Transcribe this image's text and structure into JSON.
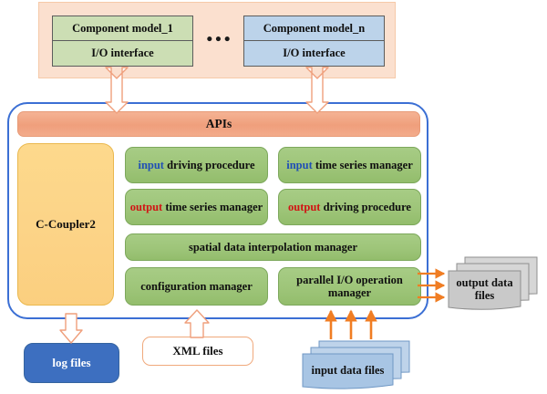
{
  "models": {
    "model_1": {
      "title": "Component model_1",
      "interface": "I/O interface"
    },
    "model_n": {
      "title": "Component model_n",
      "interface": "I/O interface"
    },
    "ellipsis": "•••"
  },
  "coupler": {
    "apis_label": "APIs",
    "name": "C-Coupler2",
    "modules": [
      {
        "id": "input-driving",
        "prefix": "input",
        "prefix_kind": "in",
        "rest": " driving procedure"
      },
      {
        "id": "input-series",
        "prefix": "input",
        "prefix_kind": "in",
        "rest": " time series manager"
      },
      {
        "id": "output-series",
        "prefix": "output",
        "prefix_kind": "out",
        "rest": " time series manager"
      },
      {
        "id": "output-driving",
        "prefix": "output",
        "prefix_kind": "out",
        "rest": " driving procedure"
      },
      {
        "id": "spatial",
        "prefix": "",
        "prefix_kind": "",
        "rest": "spatial data interpolation manager"
      },
      {
        "id": "config",
        "prefix": "",
        "prefix_kind": "",
        "rest": "configuration manager"
      },
      {
        "id": "parallel-io",
        "prefix": "",
        "prefix_kind": "",
        "rest": "parallel  I/O operation manager"
      }
    ]
  },
  "files": {
    "log": "log files",
    "xml": "XML files",
    "input_data": "input data files",
    "output_data": "output data files"
  },
  "colors": {
    "model_green": "#ccdeb4",
    "model_blue": "#bcd3ea",
    "pink_container": "#fbe0cf",
    "api_orange": "#ef9f7c",
    "coupler_yellow": "#fcd488",
    "module_green": "#9ec579",
    "container_blue": "#3b6fd4",
    "log_blue": "#3d6fc0",
    "arrow_orange": "#f07d23",
    "hollow_arrow_stroke": "#f0a97c",
    "input_data_blue": "#a8c5e4",
    "output_data_gray": "#c9c9c9",
    "kw_input": "#1f4fb5",
    "kw_output": "#d11414"
  }
}
